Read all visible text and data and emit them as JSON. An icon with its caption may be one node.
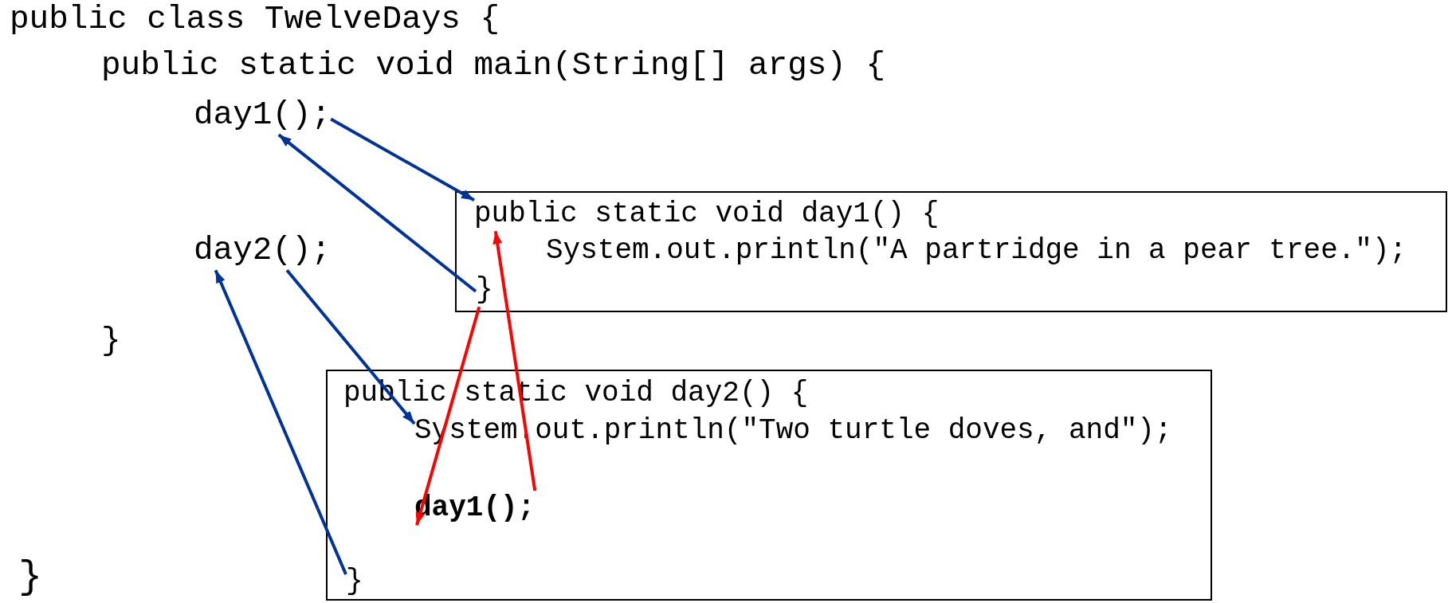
{
  "diagram": {
    "nodes": [
      {
        "text": [
          "public class TwelveDays {"
        ]
      },
      {
        "text": [
          "public static void main(String[] args) {"
        ]
      },
      {
        "text": [
          "day1();"
        ]
      },
      {
        "text": [
          "day2();"
        ]
      },
      {
        "text": [
          "}"
        ]
      },
      {
        "text": [
          "}"
        ]
      },
      {
        "text": [],
        "shape": "box"
      },
      {
        "text": [
          "public static void day1() {"
        ],
        "in": 6
      },
      {
        "text": [
          "System.out.println(\"A partridge in a pear tree.\");"
        ],
        "in": 6
      },
      {
        "text": [
          "}"
        ],
        "in": 6
      },
      {
        "text": [],
        "shape": "box"
      },
      {
        "text": [
          "public static void day2() {"
        ],
        "in": 10
      },
      {
        "text": [
          "System.out.println(\"Two turtle doves, and\");"
        ],
        "in": 10
      },
      {
        "text": [
          "day1();"
        ],
        "in": 10
      },
      {
        "text": [
          "}"
        ],
        "in": 10
      }
    ],
    "edges": [
      {
        "from": 2,
        "to": 7,
        "arrow": "to"
      },
      {
        "from": 9,
        "to": 2,
        "arrow": "to"
      },
      {
        "from": 3,
        "to": 12,
        "arrow": "to"
      },
      {
        "from": 14,
        "to": 3,
        "arrow": "to"
      },
      {
        "from": 13,
        "to": 7,
        "arrow": "to",
        "color": "#ff0000"
      },
      {
        "from": 9,
        "to": 13,
        "arrow": "to",
        "color": "#ff0000"
      }
    ]
  }
}
